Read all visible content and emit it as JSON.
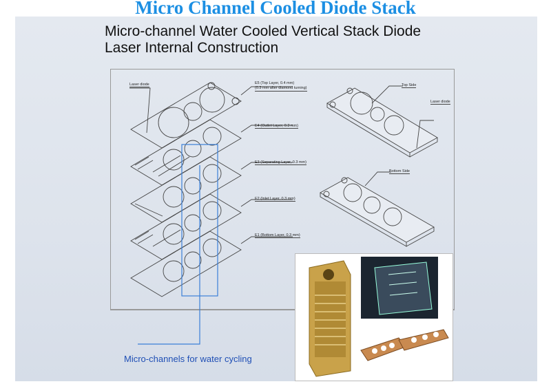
{
  "banner_title": "Micro Channel Cooled Diode Stack",
  "heading": {
    "line1": "Micro-channel Water Cooled Vertical Stack Diode",
    "line2": "Laser Internal Construction"
  },
  "labels": {
    "laser_diode_left": "Laser diode",
    "e5_line1": "E5 (Top Layer, 0.4 mm)",
    "e5_line2": "(0.3 mm after diamond turning)",
    "e4": "E4 (Outlet Layer, 0.3 mm)",
    "e3": "E3 (Separating Layer, 0.3 mm)",
    "e2": "E2 (Inlet Layer, 0.3 mm)",
    "e1": "E1 (Bottom Layer, 0.3 mm)",
    "top_side": "Top Side",
    "laser_diode_right": "Laser diode",
    "bottom_side": "Bottom Side"
  },
  "caption": "Micro-channels for water cycling",
  "colors": {
    "banner": "#1c8fe3",
    "caption": "#1f4fb5",
    "channel_lines": "#3a7fd8"
  }
}
